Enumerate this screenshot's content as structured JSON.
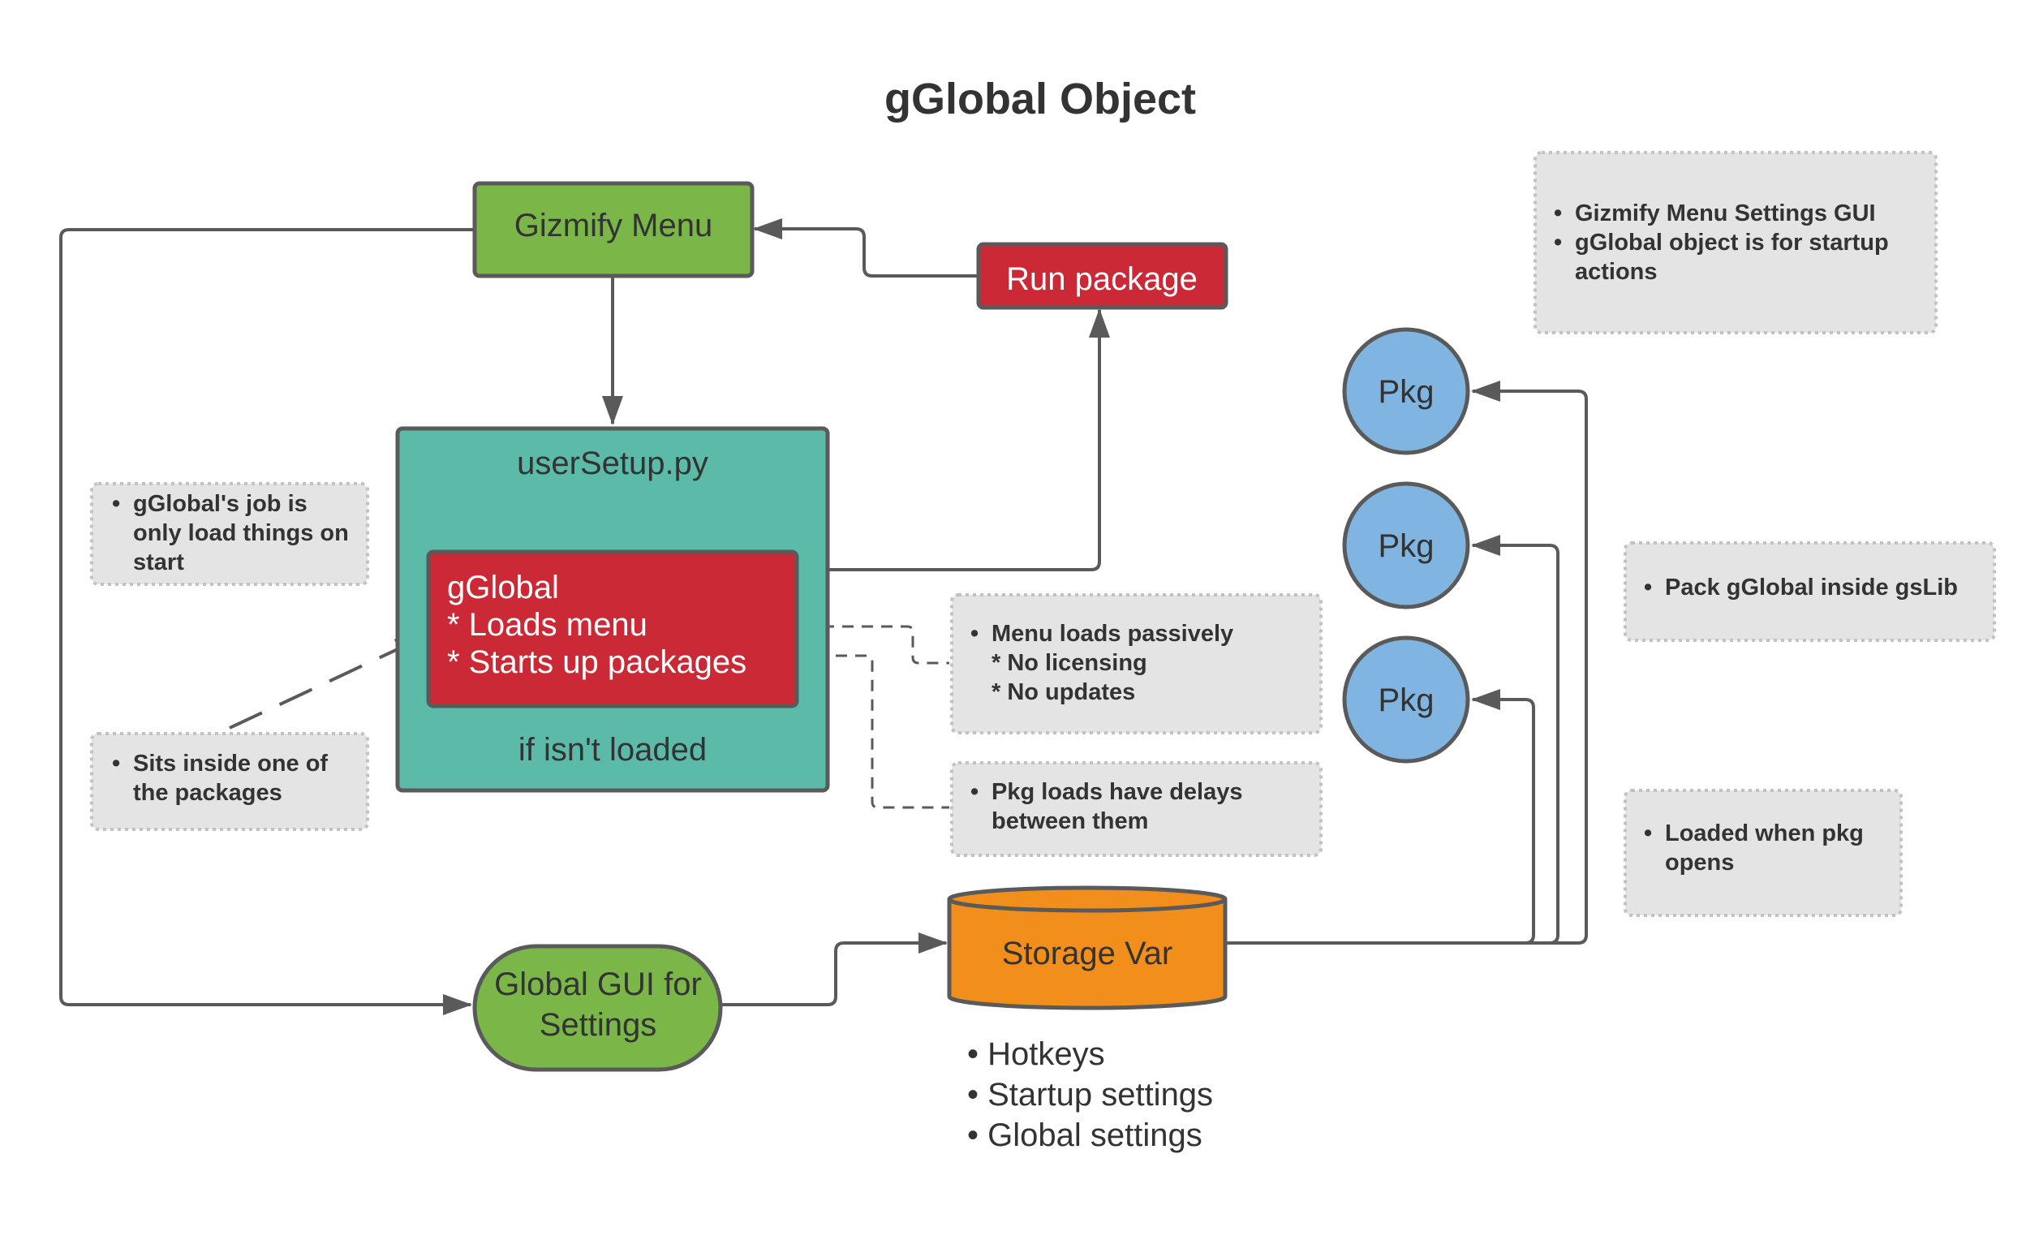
{
  "title": "gGlobal Object",
  "nodes": {
    "gizmify_menu": "Gizmify Menu",
    "run_package": "Run package",
    "usersetup": {
      "title": "userSetup.py",
      "footer": "if isn't loaded"
    },
    "gglobal": {
      "line1": "gGlobal",
      "line2": "* Loads menu",
      "line3": "* Starts up packages"
    },
    "global_gui": {
      "line1": "Global GUI for",
      "line2": "Settings"
    },
    "storage_var": "Storage Var",
    "pkg_top": "Pkg",
    "pkg_middle": "Pkg",
    "pkg_bottom": "Pkg"
  },
  "storage_bullets": [
    "Hotkeys",
    "Startup settings",
    "Global settings"
  ],
  "notes": {
    "top_right": {
      "bullet1": "Gizmify Menu Settings GUI",
      "bullet2_line1": "gGlobal object is for startup",
      "bullet2_line2": "actions"
    },
    "job": {
      "line1": "gGlobal's job is",
      "line2": "only load things on",
      "line3": "start"
    },
    "sits": {
      "line1": "Sits inside one of",
      "line2": "the packages"
    },
    "menu_loads": {
      "line1": "Menu loads passively",
      "line2": "* No licensing",
      "line3": "* No updates"
    },
    "pkg_loads": {
      "line1": "Pkg loads have delays",
      "line2": "between them"
    },
    "pack": "Pack gGlobal inside gsLib",
    "loaded_when": {
      "line1": "Loaded when pkg",
      "line2": "opens"
    }
  },
  "colors": {
    "green": "#7ab648",
    "teal": "#5bbba8",
    "red": "#cc2936",
    "orange": "#f28e1c",
    "blue": "#7fb5e0",
    "note_fill": "#e4e4e4",
    "stroke": "#5a5a5a"
  }
}
